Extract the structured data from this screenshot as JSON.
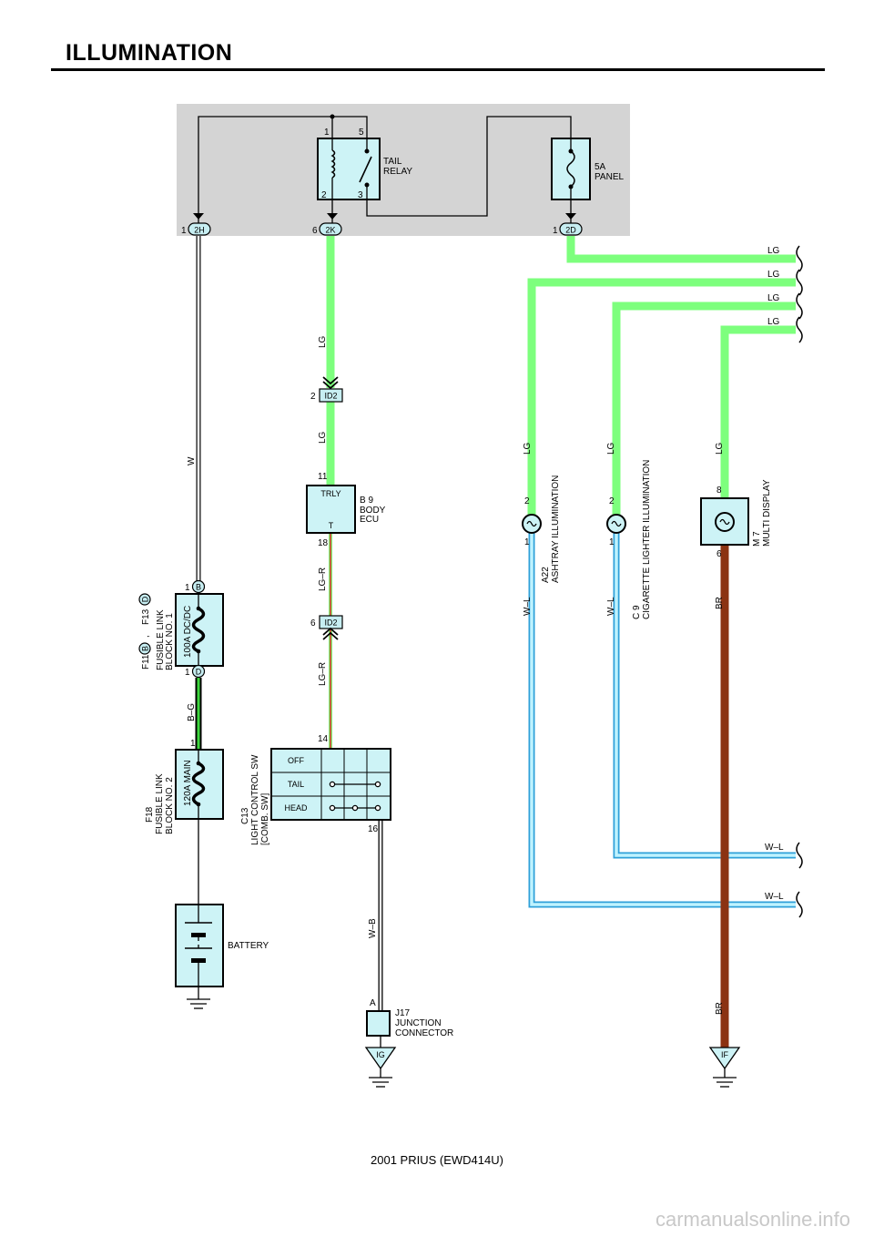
{
  "title": "ILLUMINATION",
  "footer": "2001 PRIUS (EWD414U)",
  "watermark": "carmanualsonline.info",
  "colors": {
    "LG": "#7dff7d",
    "LG_R_base": "#7dff7d",
    "LG_R_stripe": "#e02020",
    "W_L": "#bff3ff",
    "W_L_stripe": "#2fa0d8",
    "BR": "#8b3312",
    "B_G": "#000000",
    "component_fill": "#cdf3f6",
    "junction_block": "#d4d4d4"
  },
  "relay": {
    "name": "TAIL\nRELAY",
    "l1": "TAIL",
    "l2": "RELAY",
    "pins": [
      "1",
      "5",
      "2",
      "3"
    ]
  },
  "fuse_panel": {
    "l1": "5A",
    "l2": "PANEL"
  },
  "connectors": {
    "c2H": {
      "id": "2H",
      "pin": "1"
    },
    "c2K": {
      "id": "2K",
      "pin": "6"
    },
    "c2D": {
      "id": "2D",
      "pin": "1"
    }
  },
  "wires": {
    "lg_right": [
      "LG",
      "LG",
      "LG",
      "LG"
    ],
    "w": "W",
    "lg_a": "LG",
    "lg_b": "LG",
    "lg_r_a": "LG–R",
    "lg_r_b": "LG–R",
    "b_g": "B–G",
    "w_b": "W–B",
    "ashtray_lg": "LG",
    "lighter_lg": "LG",
    "multi_lg": "LG",
    "ashtray_wl": "W–L",
    "lighter_wl": "W–L",
    "multi_br": "BR",
    "multi_br2": "BR",
    "right_wl1": "W–L",
    "right_wl2": "W–L"
  },
  "id2_upper": {
    "id": "ID2",
    "pin": "2"
  },
  "id2_lower": {
    "id": "ID2",
    "pin": "6"
  },
  "body_ecu": {
    "code": "B 9",
    "l1": "BODY",
    "l2": "ECU",
    "top_label": "TRLY",
    "bottom_label": "T",
    "pin_in": "11",
    "pin_out": "18"
  },
  "fusible_link_1": {
    "code_a": "F11",
    "code_b": "F13",
    "sep": ",",
    "badge_a": "B",
    "badge_b": "D",
    "l1": "FUSIBLE LINK",
    "l2": "BLOCK NO. 1",
    "rating": "100A DC/DC",
    "pin_top": "1",
    "badge_top": "B",
    "pin_bottom": "1",
    "badge_bottom": "D"
  },
  "fusible_link_2": {
    "code": "F18",
    "l1": "FUSIBLE LINK",
    "l2": "BLOCK NO. 2",
    "rating": "120A MAIN",
    "pin_top": "1"
  },
  "battery": {
    "label": "BATTERY"
  },
  "light_control_sw": {
    "code": "C13",
    "l1": "LIGHT CONTROL SW",
    "l2": "[COMB. SW]",
    "positions": [
      "OFF",
      "TAIL",
      "HEAD"
    ],
    "pin_in": "14",
    "pin_out": "16"
  },
  "junction_connector": {
    "code": "J17",
    "l1": "JUNCTION",
    "l2": "CONNECTOR",
    "pin": "A"
  },
  "grounds": {
    "ig": "IG",
    "if": "IF"
  },
  "ashtray": {
    "code": "A22",
    "name": "ASHTRAY ILLUMINATION",
    "pin_top": "2",
    "pin_bottom": "1"
  },
  "lighter": {
    "code": "C 9",
    "name": "CIGARETTE LIGHTER ILLUMINATION",
    "pin_top": "2",
    "pin_bottom": "1"
  },
  "multi_display": {
    "code": "M 7",
    "name": "MULTI DISPLAY",
    "pin_top": "8",
    "pin_bottom": "6"
  }
}
